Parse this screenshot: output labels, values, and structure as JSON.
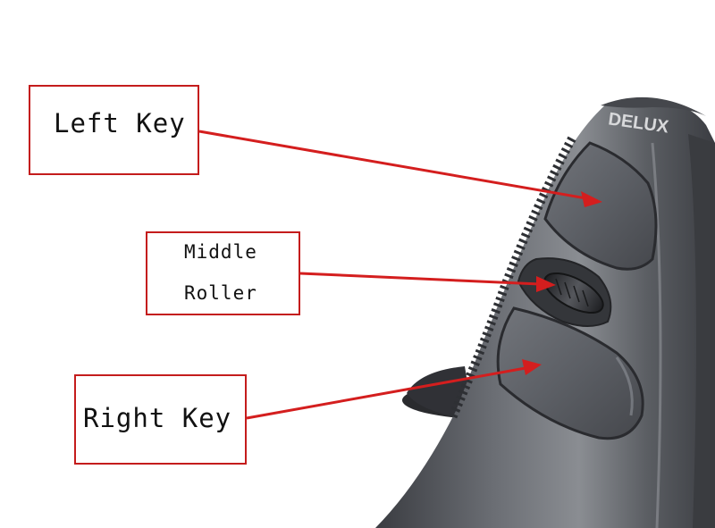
{
  "labels": {
    "left_key": "Left Key",
    "middle_line1": "Middle",
    "middle_line2": "Roller",
    "right_key": "Right Key"
  },
  "brand": {
    "logo_text": "DELUX"
  },
  "colors": {
    "annotation": "#c41c1c",
    "mouse_body": "#5a5d63",
    "mouse_dark": "#2b2c30",
    "background": "#ffffff"
  }
}
